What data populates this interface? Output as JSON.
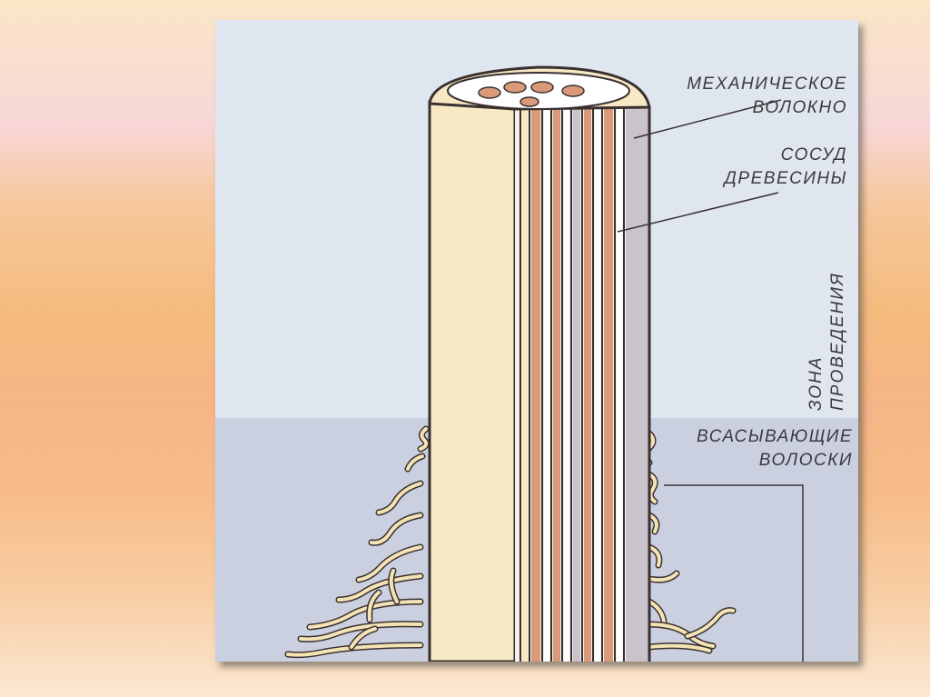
{
  "diagram": {
    "labels": {
      "mechanical_fiber": [
        "МЕХАНИЧЕСКОЕ",
        "ВОЛОКНО"
      ],
      "xylem_vessel": [
        "СОСУД",
        "ДРЕВЕСИНЫ"
      ],
      "conduction_zone": [
        "ЗОНА",
        "ПРОВЕДЕНИЯ"
      ],
      "root_hairs": [
        "ВСАСЫВАЮЩИЕ",
        "ВОЛОСКИ"
      ]
    },
    "colors": {
      "sky": "#e0e6ef",
      "soil": "#cbd0e1",
      "root_skin": "#f6e9c4",
      "vessel": "#d99a7a",
      "fiber": "#c9c3cc",
      "outline": "#3a3030"
    }
  }
}
